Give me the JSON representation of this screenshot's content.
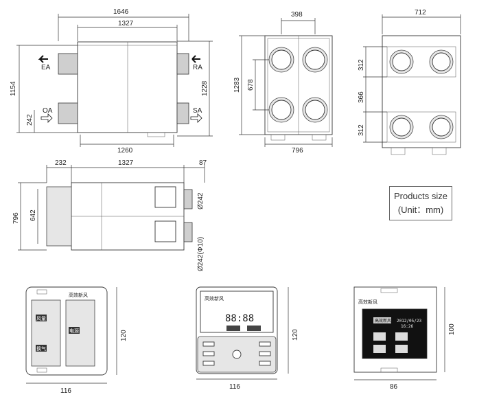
{
  "top_view": {
    "dims": {
      "total_width": "1646",
      "body_width": "1327",
      "height": "1154",
      "right_height": "1228",
      "oa_offset": "242",
      "bottom_width": "1260"
    },
    "labels": {
      "ea": "EA",
      "ra": "RA",
      "oa": "OA",
      "sa": "SA"
    }
  },
  "side_view": {
    "dims": {
      "top": "398",
      "height": "1283",
      "spacing": "678",
      "bottom": "796"
    }
  },
  "end_view": {
    "dims": {
      "width": "712",
      "h1": "312",
      "h2": "366",
      "h3": "312"
    }
  },
  "front_view": {
    "dims": {
      "left": "232",
      "body": "1327",
      "right": "87",
      "height": "796",
      "inner": "642",
      "duct1": "Ø242",
      "duct2": "Ø242(Φ10)"
    }
  },
  "note": {
    "line1": "Products size",
    "line2": "(Unit：mm)"
  },
  "panel1": {
    "btn_a": "风量",
    "btn_b": "换气",
    "btn_c": "电源",
    "brand": "高效新风",
    "width": "116",
    "height": "120"
  },
  "panel2": {
    "brand": "高效新风",
    "width": "116",
    "height": "120",
    "time": "88:88"
  },
  "panel3": {
    "brand": "高效新风",
    "screen_title": "高效新风",
    "date": "2012/05/23",
    "clock": "16:26",
    "width": "86",
    "height": "100"
  }
}
